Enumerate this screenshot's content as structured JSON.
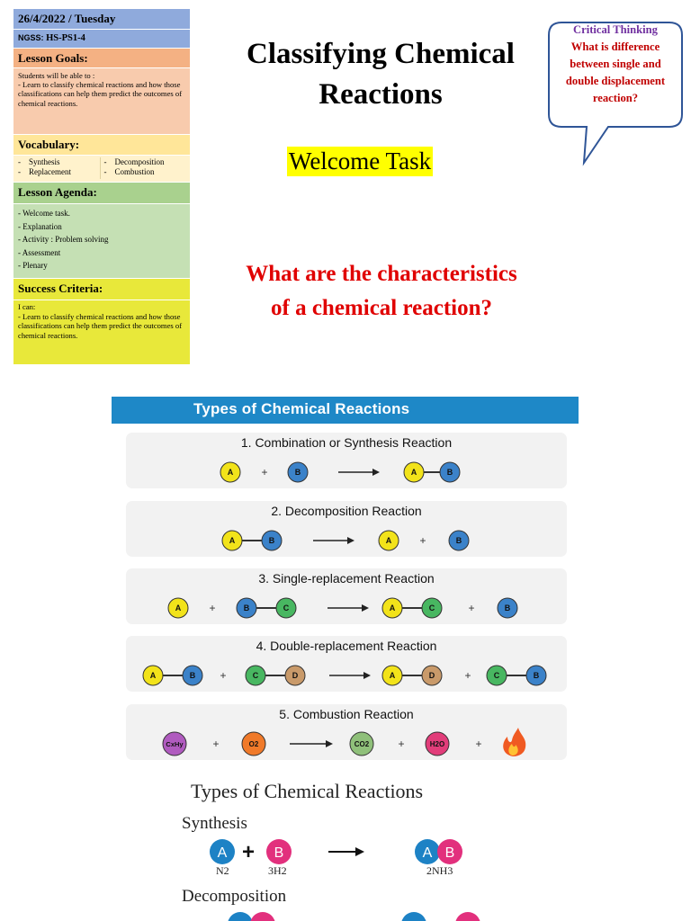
{
  "sidebar": {
    "date": "26/4/2022 / Tuesday",
    "ngss_label": "NGSS:",
    "ngss_value": "HS-PS1-4",
    "goals_heading": "Lesson Goals:",
    "goals_intro": "Students will be able to :",
    "goals_text": "- Learn to classify chemical reactions and how those classifications can help them predict the outcomes of chemical reactions.",
    "vocab_heading": "Vocabulary:",
    "vocab": [
      "Synthesis",
      "Replacement",
      "Decomposition",
      "Combustion"
    ],
    "agenda_heading": "Lesson Agenda:",
    "agenda": [
      "- Welcome task.",
      "- Explanation",
      "- Activity : Problem  solving",
      "- Assessment",
      "- Plenary"
    ],
    "success_heading": "Success Criteria:",
    "success_intro": "I can:",
    "success_text": "- Learn to classify chemical reactions and how those classifications can help them predict the outcomes of chemical reactions."
  },
  "main": {
    "title_line1": "Classifying Chemical",
    "title_line2": "Reactions",
    "welcome": "Welcome Task",
    "question_line1": "What are the characteristics",
    "question_line2": "of a chemical reaction?"
  },
  "bubble": {
    "title": "Critical Thinking",
    "question": "What is difference between single and double displacement reaction?"
  },
  "types": {
    "header": "Types of Chemical Reactions",
    "reactions": [
      "1. Combination or Synthesis Reaction",
      "2. Decomposition Reaction",
      "3. Single-replacement Reaction",
      "4. Double-replacement Reaction",
      "5. Combustion Reaction"
    ],
    "atoms": {
      "a": "A",
      "b": "B",
      "c": "C",
      "d": "D"
    },
    "combustion": {
      "fuel": "CxHy",
      "oxygen": "O2",
      "co2": "CO2",
      "water": "H2O"
    },
    "colors": {
      "header": "#1e88c7",
      "a": "#f2e31a",
      "b": "#3b82c9",
      "c": "#48b761",
      "d": "#c99a6a",
      "fuel": "#b05bbf",
      "o2": "#f07a2a",
      "co2": "#8fc07a",
      "h2o": "#e23d7a"
    }
  },
  "types2": {
    "title": "Types of Chemical Reactions",
    "synthesis": "Synthesis",
    "decomposition": "Decomposition",
    "atom_a": "A",
    "atom_b": "B",
    "n2": "N2",
    "h2": "3H2",
    "nh3": "2NH3"
  }
}
